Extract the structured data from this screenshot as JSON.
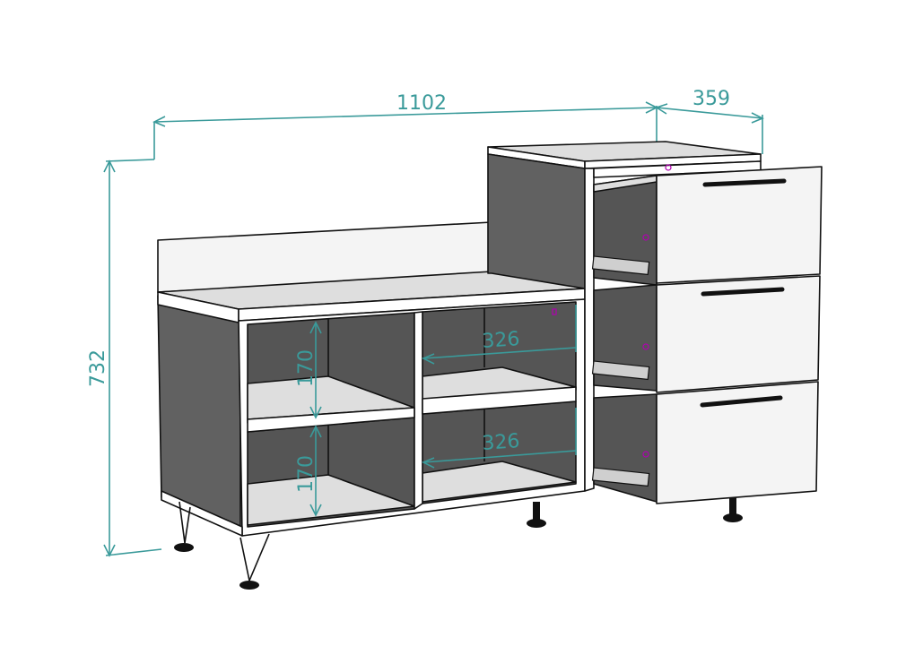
{
  "dimensions": {
    "total_width": "1102",
    "drawer_depth": "359",
    "total_height": "732",
    "shelf_height_upper": "170",
    "shelf_height_lower": "170",
    "shelf_width_upper": "326",
    "shelf_width_lower": "326"
  },
  "colors": {
    "dimension": "#3a9a9a",
    "panel_dark": "#616161",
    "panel_light": "#f4f4f4",
    "outline": "#111111"
  }
}
